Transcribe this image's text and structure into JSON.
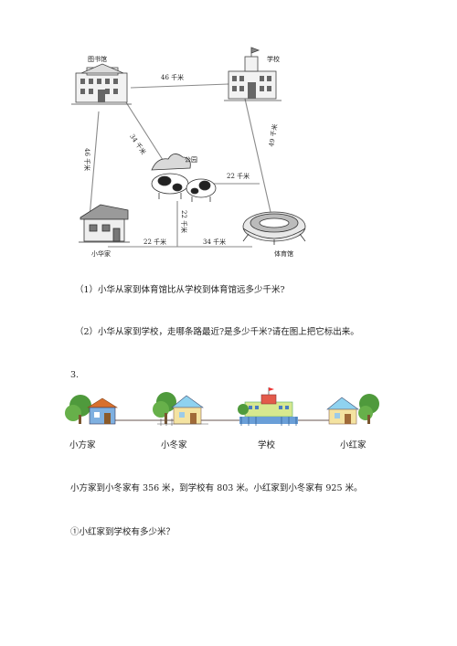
{
  "map": {
    "places": {
      "library": "图书馆",
      "school": "学校",
      "park": "公园",
      "home": "小华家",
      "stadium": "体育馆"
    },
    "distances": {
      "library_school": "46 千米",
      "library_park": "34 千米",
      "library_home": "46 千米",
      "school_stadium": "49 千米",
      "park_right": "22 千米",
      "park_down": "22 千米",
      "home_junction": "22 千米",
      "junction_stadium": "34 千米"
    }
  },
  "questions": {
    "q1": "（1）小华从家到体育馆比从学校到体育馆远多少千米?",
    "q2": "（2）小华从家到学校，走哪条路最近?是多少千米?请在图上把它标出来。"
  },
  "section3": {
    "number": "3.",
    "labels": {
      "a": "小方家",
      "b": "小冬家",
      "c": "学校",
      "d": "小红家"
    },
    "statement": "小方家到小冬家有 356 米，到学校有 803 米。小红家到小冬家有 925 米。",
    "sub1": "①小红家到学校有多少米？"
  }
}
